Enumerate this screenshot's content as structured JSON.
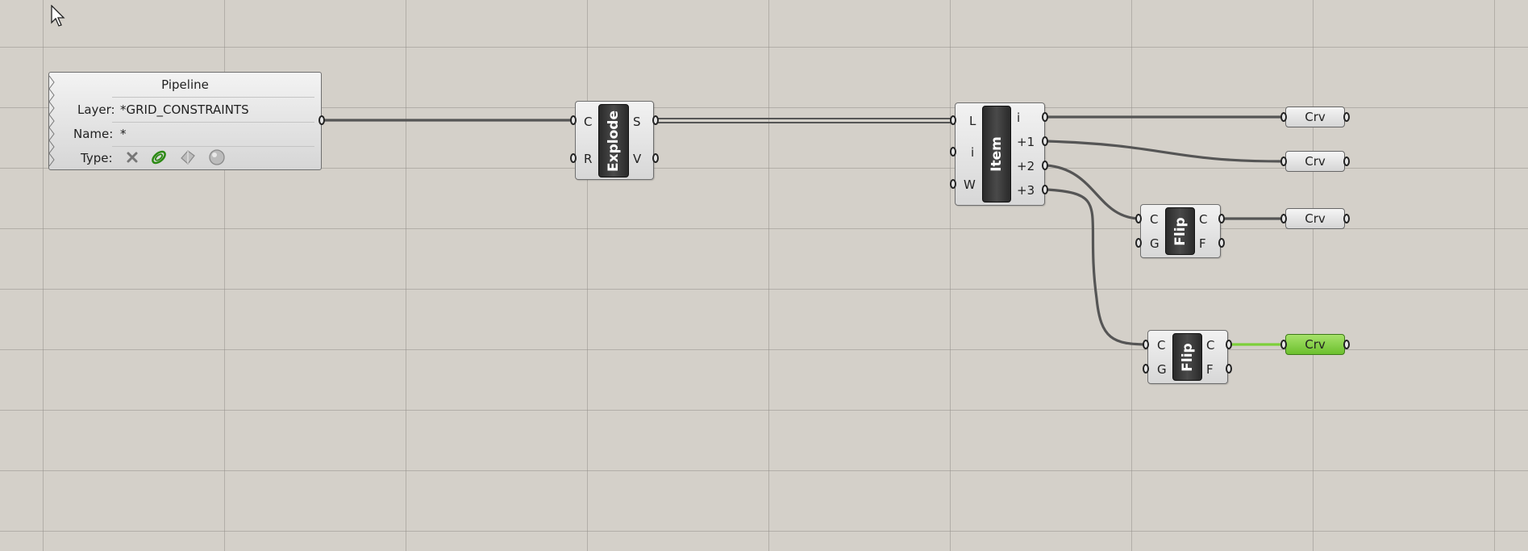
{
  "pipeline": {
    "title": "Pipeline",
    "layer_label": "Layer:",
    "layer_value": "*GRID_CONSTRAINTS",
    "name_label": "Name:",
    "name_value": "*",
    "type_label": "Type:",
    "type_icons": [
      "x-icon",
      "curve-icon",
      "surface-icon",
      "mesh-sphere-icon"
    ]
  },
  "explode": {
    "name": "Explode",
    "inputs": [
      "C",
      "R"
    ],
    "outputs": [
      "S",
      "V"
    ]
  },
  "item": {
    "name": "Item",
    "inputs": [
      "L",
      "i",
      "W"
    ],
    "outputs": [
      "i",
      "+1",
      "+2",
      "+3"
    ]
  },
  "flip1": {
    "name": "Flip",
    "inputs": [
      "C",
      "G"
    ],
    "outputs": [
      "C",
      "F"
    ]
  },
  "flip2": {
    "name": "Flip",
    "inputs": [
      "C",
      "G"
    ],
    "outputs": [
      "C",
      "F"
    ]
  },
  "crv": {
    "a": "Crv",
    "b": "Crv",
    "c": "Crv",
    "d": "Crv"
  },
  "colors": {
    "canvas": "#d4d0c9",
    "wire": "#555555",
    "selected": "#7ccf3a"
  }
}
